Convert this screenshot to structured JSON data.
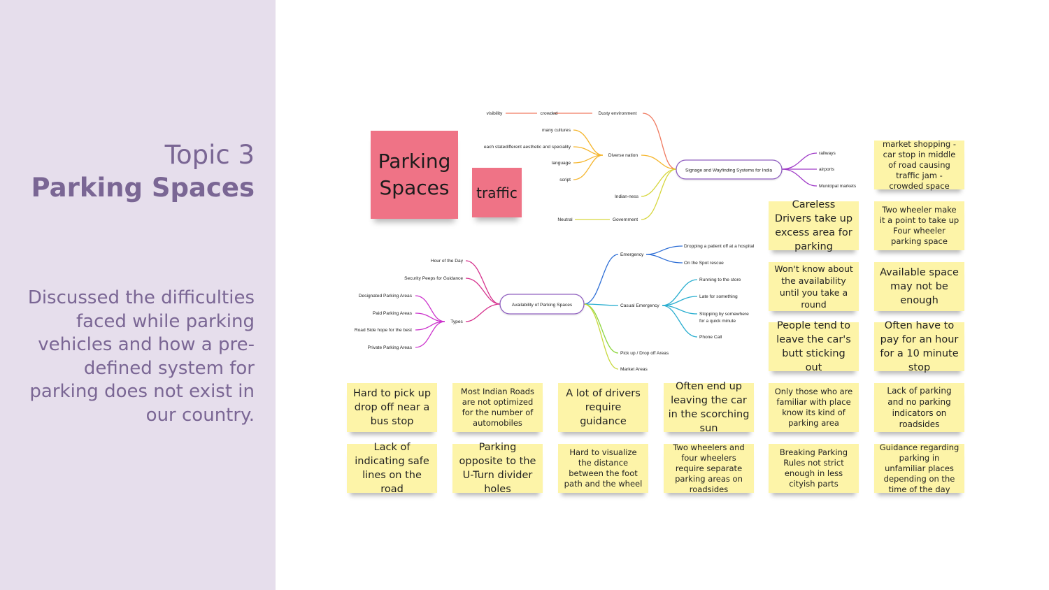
{
  "sidebar": {
    "topic_number": "Topic 3",
    "topic_title": "Parking Spaces",
    "description": "Discussed the difficulties faced while parking vehicles and how a pre-defined system for parking does not exist in our country."
  },
  "colors": {
    "sidebar_bg": "#e6deec",
    "sidebar_text": "#7a6694",
    "sticky_yellow": "#fdf4a8",
    "sticky_pink": "#ef7386",
    "central_node_border": "#9060c0"
  },
  "mindmap_signage": {
    "root": "Signage and Wayfinding Systems for India",
    "left": [
      {
        "label": "Dusty environment",
        "children": [
          "crowded"
        ],
        "grandchild": "visibility"
      },
      {
        "label": "Diverse nation",
        "children": [
          "many cultures",
          "each statedifferent aesthetic and speciality",
          "language",
          "script"
        ]
      },
      {
        "label": "Indian-ness",
        "children": []
      },
      {
        "label": "Government",
        "children": [
          "Neutral"
        ]
      }
    ],
    "right": [
      "railways",
      "airports",
      "Municipal markets"
    ]
  },
  "mindmap_parking": {
    "root": "Availability of Parking Spaces",
    "left": {
      "direct": [
        "Hour of the Day",
        "Security Peeps for Guidance"
      ],
      "types_label": "Types",
      "types": [
        "Designated Parking Areas",
        "Paid Parking Areas",
        "Road Side hope for the best",
        "Private Parking Areas"
      ]
    },
    "right": [
      {
        "label": "Emergency",
        "children": [
          "Dropping a patient off at a hospital",
          "On the Spot rescue"
        ]
      },
      {
        "label": "Casual Emergency",
        "children": [
          "Running to the store",
          "Late for something",
          "Stopping by somewhere",
          "for a quick minute",
          "Phone Call"
        ]
      },
      {
        "label": "Pick up / Drop off Areas",
        "children": []
      },
      {
        "label": "Market Areas",
        "children": []
      }
    ]
  },
  "pink_notes": [
    "Parking Spaces",
    "traffic"
  ],
  "yellow_notes_right": [
    "market shopping - car stop in middle of road causing traffic jam - crowded space",
    "Careless Drivers take up excess area for parking",
    "Two wheeler make it a point to take up Four wheeler parking space",
    "Won't know about the availability until you take a round",
    "Available space may not be enough",
    "People tend to leave the car's butt sticking out",
    "Often have to pay for an hour for a 10 minute stop"
  ],
  "yellow_notes_row1": [
    "Hard to pick up drop off near a bus stop",
    "Most Indian Roads are not optimized for the number of automobiles",
    "A lot of drivers require guidance",
    "Often end up leaving the car in the scorching sun",
    "Only those who are familiar with place know its kind of parking area",
    "Lack of parking and no parking indicators on roadsides"
  ],
  "yellow_notes_row2": [
    "Lack of indicating safe lines on the road",
    "Parking opposite to the U-Turn divider holes",
    "Hard to visualize the distance between the foot path and the wheel",
    "Two wheelers and four wheelers require separate parking areas on roadsides",
    "Breaking Parking Rules not strict enough in less cityish parts",
    "Guidance regarding parking in unfamiliar places depending on the time of the day"
  ]
}
